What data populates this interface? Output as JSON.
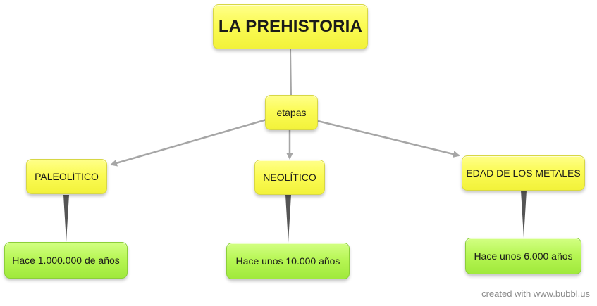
{
  "diagram": {
    "root": {
      "label": "LA PREHISTORIA"
    },
    "hub": {
      "label": "etapas"
    },
    "stages": [
      {
        "label": "PALEOLÍTICO",
        "detail": "Hace 1.000.000 de años"
      },
      {
        "label": "NEOLÍTICO",
        "detail": "Hace unos 10.000 años"
      },
      {
        "label": "EDAD DE LOS METALES",
        "detail": "Hace unos 6.000 años"
      }
    ]
  },
  "footer": {
    "credit": "created with www.bubbl.us"
  },
  "colors": {
    "topic_fill": "#fbfb55",
    "detail_fill": "#b5f552",
    "arrow": "#a6a6a6",
    "spike": "#555555"
  }
}
